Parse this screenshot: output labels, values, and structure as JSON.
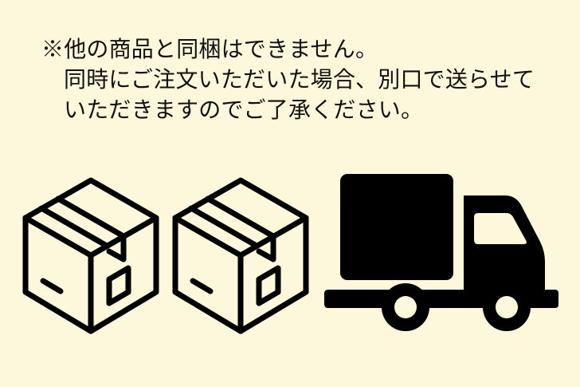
{
  "banner": {
    "background_color": "#FDF8DC",
    "ink_color": "#000000",
    "notice": {
      "lines": [
        "※他の商品と同梱はできません。",
        "同時にご注文いただいた場合、別口で送らせて",
        "いただきますのでご了承ください。"
      ],
      "full_text": "※他の商品と同梱はできません。同時にご注文いただいた場合、別口で送らせていただきますのでご了承ください。"
    },
    "icons": [
      {
        "name": "package-box-icon",
        "label": "段ボール箱"
      },
      {
        "name": "package-box-icon",
        "label": "段ボール箱"
      },
      {
        "name": "delivery-truck-icon",
        "label": "配送トラック"
      }
    ]
  }
}
